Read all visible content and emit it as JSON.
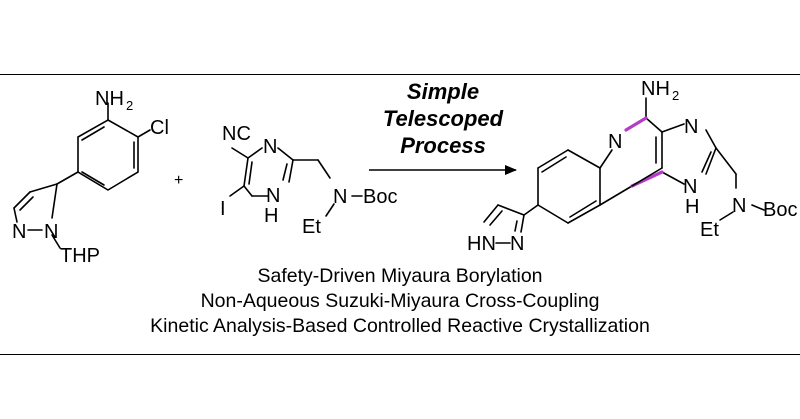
{
  "process_label": {
    "line1": "Simple",
    "line2": "Telescoped",
    "line3": "Process",
    "color": "#b43cc8"
  },
  "reactant_1": {
    "amine": "NH",
    "amine_sub": "2",
    "halide": "Cl",
    "pyrazole_n": "N",
    "pyrazole_n_thp": "N",
    "protecting_group": "THP"
  },
  "plus_sign": "+",
  "reactant_2": {
    "nitrile": "NC",
    "ring_n": "N",
    "iodide": "I",
    "ring_nh_n": "N",
    "ring_nh_h": "H",
    "amine_n": "N",
    "protecting_group": "Boc",
    "ethyl": "Et"
  },
  "product": {
    "amine": "NH",
    "amine_sub": "2",
    "quinoline_n": "N",
    "imidazole_n": "N",
    "imidazole_nh_n": "N",
    "imidazole_nh_h": "H",
    "pyrazole_nh": "HN",
    "pyrazole_n": "N",
    "amine_n": "N",
    "protecting_group": "Boc",
    "ethyl": "Et",
    "highlight_color": "#b43cc8"
  },
  "captions": [
    "Safety-Driven Miyaura Borylation",
    "Non-Aqueous Suzuki-Miyaura Cross-Coupling",
    "Kinetic Analysis-Based Controlled Reactive Crystallization"
  ]
}
